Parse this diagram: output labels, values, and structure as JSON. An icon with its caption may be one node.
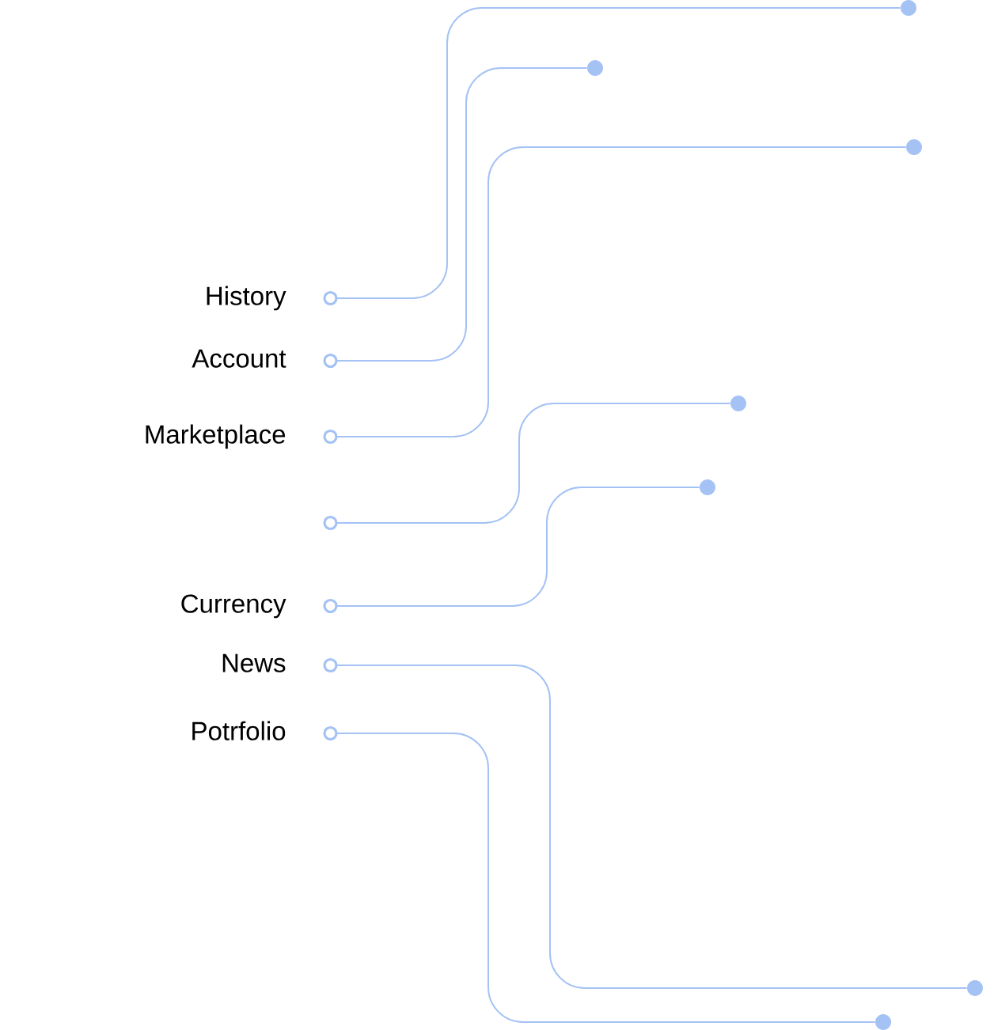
{
  "diagram": {
    "nodes": [
      {
        "text": [
          "History"
        ]
      },
      {
        "text": [
          "Account"
        ]
      },
      {
        "text": [
          "Marketplace"
        ]
      },
      {
        "text": [
          "Currency"
        ]
      },
      {
        "text": [
          "News"
        ]
      },
      {
        "text": [
          "Potrfolio"
        ]
      },
      {
        "text": [],
        "shape": "circle"
      },
      {
        "text": [],
        "shape": "circle"
      },
      {
        "text": [],
        "shape": "circle"
      },
      {
        "text": [],
        "shape": "circle"
      },
      {
        "text": [],
        "shape": "circle"
      },
      {
        "text": [],
        "shape": "circle"
      },
      {
        "text": [],
        "shape": "circle"
      }
    ],
    "edges": [
      {
        "from": 0,
        "to": 6,
        "arrow": "other"
      },
      {
        "from": 1,
        "to": 7,
        "arrow": "other"
      },
      {
        "from": 2,
        "to": 8,
        "arrow": "other"
      },
      {
        "from": null,
        "to": 9,
        "arrow": "other"
      },
      {
        "from": 3,
        "to": 10,
        "arrow": "other"
      },
      {
        "from": 4,
        "to": 11,
        "arrow": "other"
      },
      {
        "from": 5,
        "to": 12,
        "arrow": "other"
      }
    ]
  }
}
